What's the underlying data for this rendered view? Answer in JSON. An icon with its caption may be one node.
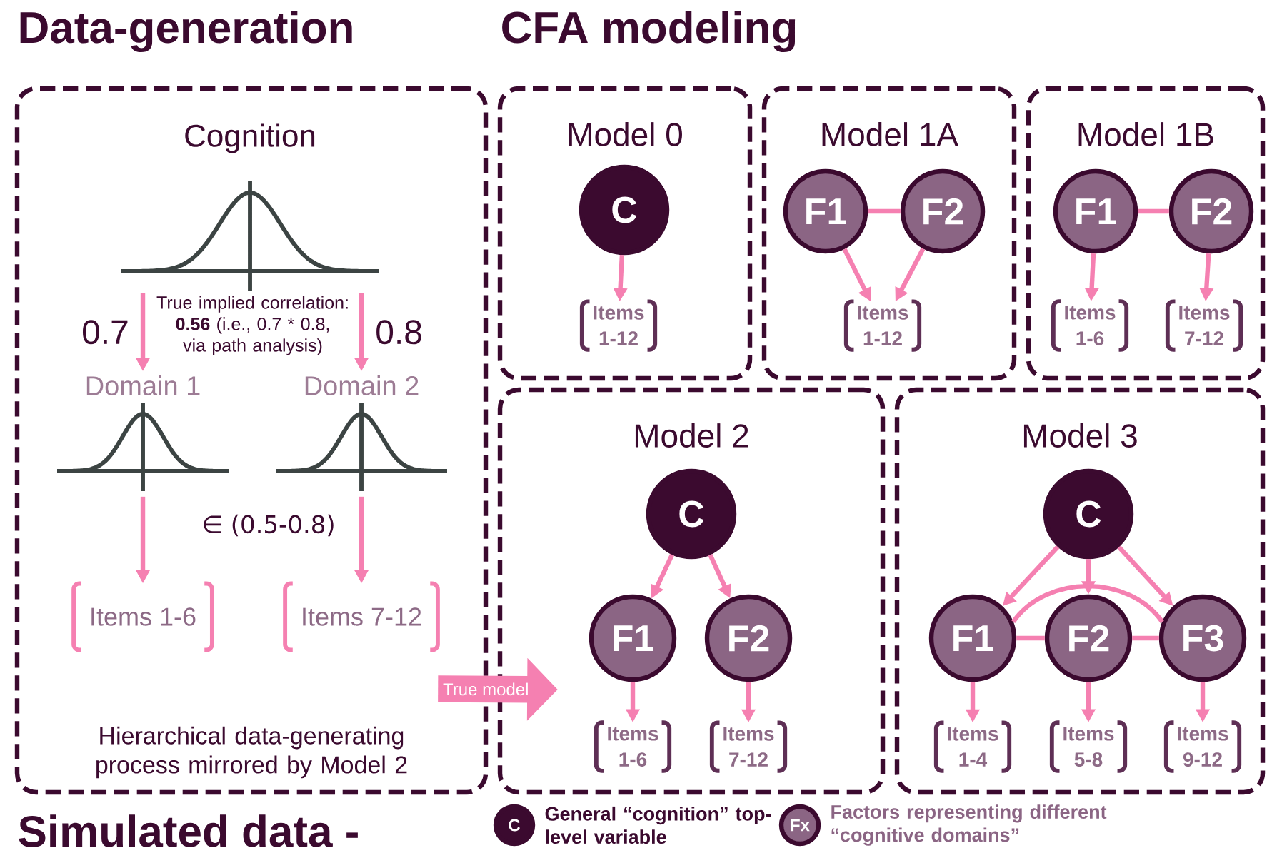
{
  "diagram": {
    "nodes": [
      {
        "text": [
          "Data-generation",
          "Hierarchical data-generating process mirrored by Model 2"
        ]
      },
      {
        "text": [
          "Cognition"
        ],
        "in": 0
      },
      {
        "text": [
          "Domain 1"
        ],
        "in": 0
      },
      {
        "text": [
          "Domain 2"
        ],
        "in": 0
      },
      {
        "text": [
          "Items 1-6"
        ],
        "in": 0
      },
      {
        "text": [
          "Items 7-12"
        ],
        "in": 0
      },
      {
        "text": [
          "Model 0"
        ]
      },
      {
        "text": [
          "C"
        ],
        "in": 6
      },
      {
        "text": [
          "Items 1-12"
        ],
        "in": 6
      },
      {
        "text": [
          "Model 1A"
        ]
      },
      {
        "text": [
          "F1"
        ],
        "in": 9
      },
      {
        "text": [
          "F2"
        ],
        "in": 9
      },
      {
        "text": [
          "Items 1-12"
        ],
        "in": 9
      },
      {
        "text": [
          "Model 1B"
        ]
      },
      {
        "text": [
          "F1"
        ],
        "in": 13
      },
      {
        "text": [
          "F2"
        ],
        "in": 13
      },
      {
        "text": [
          "Items 1-6"
        ],
        "in": 13
      },
      {
        "text": [
          "Items 7-12"
        ],
        "in": 13
      },
      {
        "text": [
          "Model 2"
        ]
      },
      {
        "text": [
          "C"
        ],
        "in": 18
      },
      {
        "text": [
          "F1"
        ],
        "in": 18
      },
      {
        "text": [
          "F2"
        ],
        "in": 18
      },
      {
        "text": [
          "Items 1-6"
        ],
        "in": 18
      },
      {
        "text": [
          "Items 7-12"
        ],
        "in": 18
      },
      {
        "text": [
          "Model 3"
        ]
      },
      {
        "text": [
          "C"
        ],
        "in": 24
      },
      {
        "text": [
          "F1"
        ],
        "in": 24
      },
      {
        "text": [
          "F2"
        ],
        "in": 24
      },
      {
        "text": [
          "F3"
        ],
        "in": 24
      },
      {
        "text": [
          "Items 1-4"
        ],
        "in": 24
      },
      {
        "text": [
          "Items 5-8"
        ],
        "in": 24
      },
      {
        "text": [
          "Items 9-12"
        ],
        "in": 24
      },
      {
        "text": [
          "C"
        ],
        "beside": [
          "General “cognition” top-level variable"
        ]
      },
      {
        "text": [
          "Fx"
        ],
        "beside": [
          "Factors representing different “cognitive domains”"
        ]
      }
    ],
    "edges": [
      {
        "from": 1,
        "to": 2,
        "arrow": "to",
        "label": "0.7"
      },
      {
        "from": 1,
        "to": 3,
        "arrow": "to",
        "label": "0.8"
      },
      {
        "from": 2,
        "to": 4,
        "arrow": "to"
      },
      {
        "from": 3,
        "to": 5,
        "arrow": "to"
      },
      {
        "from": 7,
        "to": 8,
        "arrow": "to"
      },
      {
        "from": 10,
        "to": 11,
        "arrow": "none"
      },
      {
        "from": 10,
        "to": 12,
        "arrow": "to"
      },
      {
        "from": 11,
        "to": 12,
        "arrow": "to"
      },
      {
        "from": 14,
        "to": 15,
        "arrow": "none"
      },
      {
        "from": 14,
        "to": 16,
        "arrow": "to"
      },
      {
        "from": 15,
        "to": 17,
        "arrow": "to"
      },
      {
        "from": 0,
        "to": 18,
        "arrow": "to",
        "label": "True model",
        "style": "thick"
      },
      {
        "from": 19,
        "to": 20,
        "arrow": "to"
      },
      {
        "from": 19,
        "to": 21,
        "arrow": "to"
      },
      {
        "from": 20,
        "to": 22,
        "arrow": "to"
      },
      {
        "from": 21,
        "to": 23,
        "arrow": "to"
      },
      {
        "from": 25,
        "to": 26,
        "arrow": "to"
      },
      {
        "from": 25,
        "to": 27,
        "arrow": "to"
      },
      {
        "from": 25,
        "to": 28,
        "arrow": "to"
      },
      {
        "from": 26,
        "to": 27,
        "arrow": "none"
      },
      {
        "from": 27,
        "to": 28,
        "arrow": "none"
      },
      {
        "from": 26,
        "to": 28,
        "arrow": "none"
      },
      {
        "from": 26,
        "to": 29,
        "arrow": "to"
      },
      {
        "from": 27,
        "to": 30,
        "arrow": "to"
      },
      {
        "from": 28,
        "to": 31,
        "arrow": "to"
      }
    ],
    "labels": [
      "CFA modeling",
      "True implied correlation: **0.56** (i.e., 0.7 * 0.8, via path analysis)",
      "∈ (0.5-0.8)",
      "Simulated data -"
    ]
  }
}
